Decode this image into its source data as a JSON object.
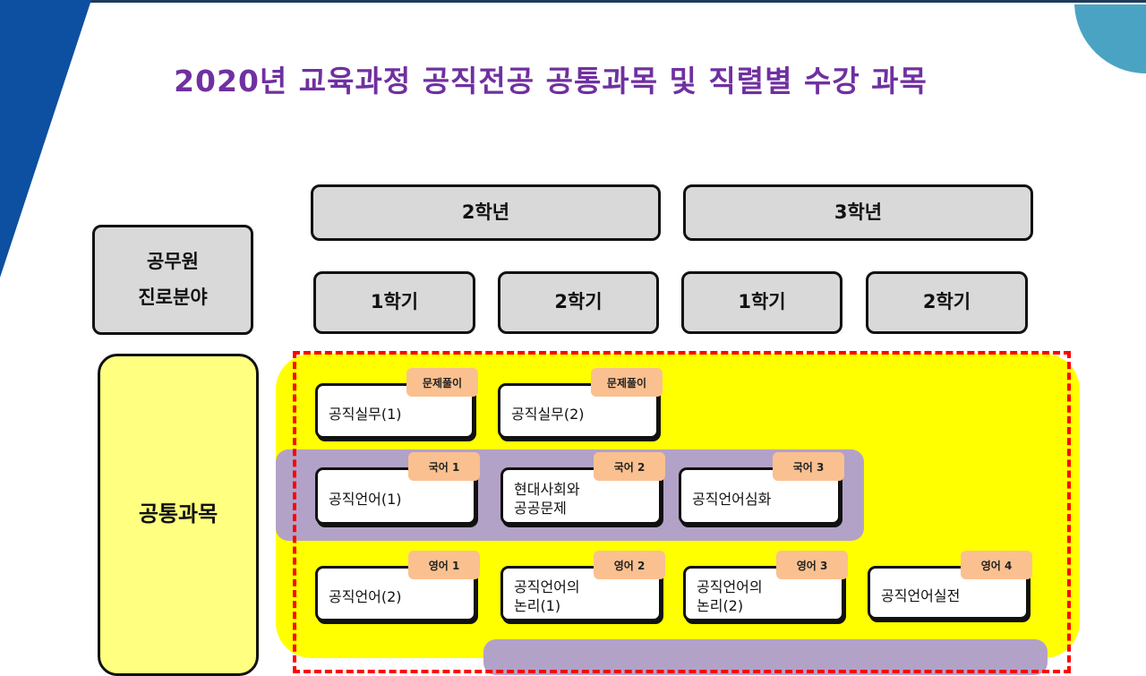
{
  "title": "2020년 교육과정 공직전공 공통과목 및 직렬별 수강 과목",
  "years": [
    "2학년",
    "3학년"
  ],
  "semesters": [
    "1학기",
    "2학기",
    "1학기",
    "2학기"
  ],
  "category": {
    "line1": "공무원",
    "line2": "진로분야"
  },
  "common": "공통과목",
  "rows": [
    [
      {
        "name": "공직실무(1)",
        "tag": "문제풀이"
      },
      {
        "name": "공직실무(2)",
        "tag": "문제풀이"
      }
    ],
    [
      {
        "name": "공직언어(1)",
        "tag": "국어 1"
      },
      {
        "name": "현대사회와\n공공문제",
        "tag": "국어 2"
      },
      {
        "name": "공직언어심화",
        "tag": "국어 3"
      }
    ],
    [
      {
        "name": "공직언어(2)",
        "tag": "영어 1"
      },
      {
        "name": "공직언어의\n논리(1)",
        "tag": "영어 2"
      },
      {
        "name": "공직언어의\n논리(2)",
        "tag": "영어 3"
      },
      {
        "name": "공직언어실전",
        "tag": "영어 4"
      }
    ]
  ],
  "colors": {
    "title": "#7030a0",
    "yellow": "#ffff00",
    "purple_band": "#b3a2c7",
    "tag": "#fac090",
    "dash": "#ff0000"
  }
}
